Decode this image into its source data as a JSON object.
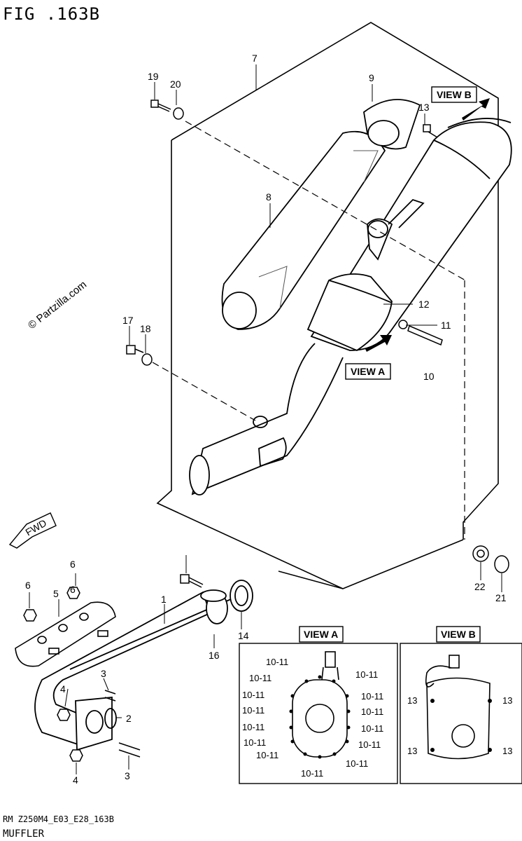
{
  "figure": {
    "title": "FIG .163B"
  },
  "footer": {
    "code": "RM Z250M4_E03_E28_163B",
    "name": "MUFFLER"
  },
  "watermark": "© Partzilla.com",
  "fwd_label": "FWD",
  "views": {
    "a_tag": "VIEW A",
    "b_tag": "VIEW B",
    "a_title": "VIEW A",
    "b_title": "VIEW B"
  },
  "callouts": {
    "c1": "1",
    "c2": "2",
    "c3a": "3",
    "c3b": "3",
    "c4a": "4",
    "c4b": "4",
    "c5": "5",
    "c6a": "6",
    "c6b": "6",
    "c6c": "6",
    "c7": "7",
    "c8": "8",
    "c9": "9",
    "c10": "10",
    "c11": "11",
    "c12": "12",
    "c13": "13",
    "c14": "14",
    "c16": "16",
    "c17": "17",
    "c18": "18",
    "c19": "19",
    "c20": "20",
    "c21": "21",
    "c22": "22"
  },
  "view_a_labels": [
    "10-11",
    "10-11",
    "10-11",
    "10-11",
    "10-11",
    "10-11",
    "10-11",
    "10-11",
    "10-11",
    "10-11",
    "10-11",
    "10-11",
    "10-11"
  ],
  "view_b_labels": [
    "13",
    "13",
    "13",
    "13"
  ]
}
